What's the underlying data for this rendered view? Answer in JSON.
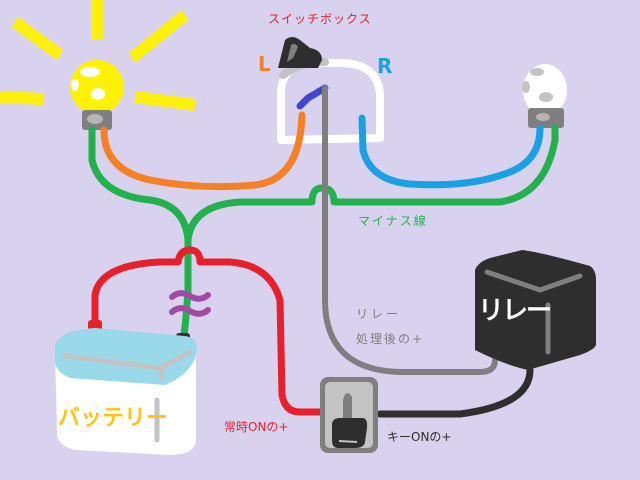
{
  "diagram": {
    "title": "スイッチボックス",
    "switch_left_label": "L",
    "switch_right_label": "R",
    "ground_label": "マイナス線",
    "relay_output_label_line1": "リレー",
    "relay_output_label_line2": "処理後の+",
    "constant_on_label": "常時ONの+",
    "key_on_label": "キーONの+",
    "battery_label": "バッテリー",
    "relay_box_label": "リレー"
  },
  "components": {
    "left_lamp": {
      "state": "on",
      "color": "#fff200"
    },
    "right_lamp": {
      "state": "off",
      "color": "#ffffff"
    },
    "switch_position": "L",
    "break_symbol": "≈"
  },
  "colors": {
    "background": "#d8d2ee",
    "ground_wire": "#22b14c",
    "left_wire": "#f58025",
    "right_wire": "#1aa0e4",
    "constant_plus_wire": "#e8202c",
    "key_on_wire": "#2e2e2e",
    "relay_output_wire": "#7f7f7f",
    "switch_lever": "#3f48cc",
    "break_mark": "#a349a4"
  }
}
